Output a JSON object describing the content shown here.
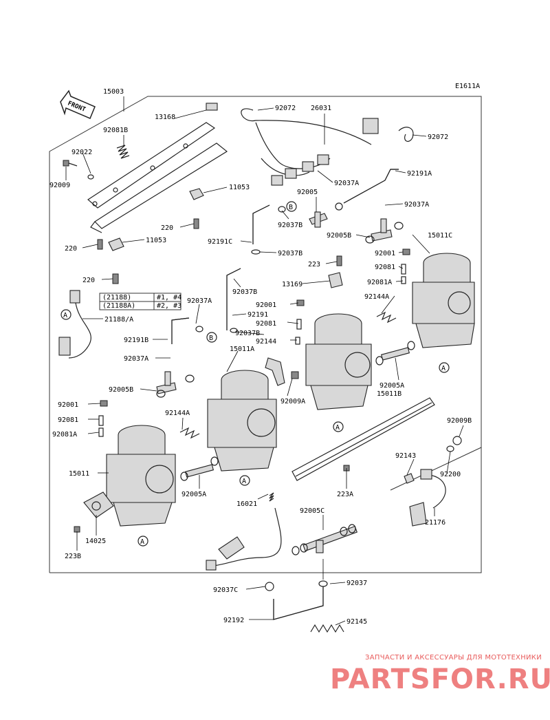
{
  "diagram_code": "E1611A",
  "front_label": "FRONT",
  "parts": [
    {
      "id": "p15003",
      "text": "15003"
    },
    {
      "id": "p13168",
      "text": "13168"
    },
    {
      "id": "p92081B",
      "text": "92081B"
    },
    {
      "id": "p92022",
      "text": "92022"
    },
    {
      "id": "p92009",
      "text": "92009"
    },
    {
      "id": "p11053a",
      "text": "11053"
    },
    {
      "id": "p220a",
      "text": "220"
    },
    {
      "id": "p220b",
      "text": "220"
    },
    {
      "id": "p11053b",
      "text": "11053"
    },
    {
      "id": "p220c",
      "text": "220"
    },
    {
      "id": "p92072a",
      "text": "92072"
    },
    {
      "id": "p26031",
      "text": "26031"
    },
    {
      "id": "p92072b",
      "text": "92072"
    },
    {
      "id": "p92191A",
      "text": "92191A"
    },
    {
      "id": "p92037A1",
      "text": "92037A"
    },
    {
      "id": "p92005",
      "text": "92005"
    },
    {
      "id": "p92037A2",
      "text": "92037A"
    },
    {
      "id": "p92037B1",
      "text": "92037B"
    },
    {
      "id": "p92005B1",
      "text": "92005B"
    },
    {
      "id": "p92191C",
      "text": "92191C"
    },
    {
      "id": "p92037B2",
      "text": "92037B"
    },
    {
      "id": "p15011C",
      "text": "15011C"
    },
    {
      "id": "p92001a",
      "text": "92001"
    },
    {
      "id": "p223",
      "text": "223"
    },
    {
      "id": "p92081a",
      "text": "92081"
    },
    {
      "id": "p13169",
      "text": "13169"
    },
    {
      "id": "p92081A1",
      "text": "92081A"
    },
    {
      "id": "p92037B3",
      "text": "92037B"
    },
    {
      "id": "p92144A1",
      "text": "92144A"
    },
    {
      "id": "p92037A3",
      "text": "92037A"
    },
    {
      "id": "p92001b",
      "text": "92001"
    },
    {
      "id": "p92191",
      "text": "92191"
    },
    {
      "id": "p92081b",
      "text": "92081"
    },
    {
      "id": "p92037B4",
      "text": "92037B"
    },
    {
      "id": "p92144",
      "text": "92144"
    },
    {
      "id": "p21188A",
      "text": "21188/A"
    },
    {
      "id": "p92191B",
      "text": "92191B"
    },
    {
      "id": "p15011A",
      "text": "15011A"
    },
    {
      "id": "p92037A4",
      "text": "92037A"
    },
    {
      "id": "p92005B2",
      "text": "92005B"
    },
    {
      "id": "p92005A1",
      "text": "92005A"
    },
    {
      "id": "p15011B",
      "text": "15011B"
    },
    {
      "id": "p92009A",
      "text": "92009A"
    },
    {
      "id": "p92001c",
      "text": "92001"
    },
    {
      "id": "p92081c",
      "text": "92081"
    },
    {
      "id": "p92081A2",
      "text": "92081A"
    },
    {
      "id": "p92144A2",
      "text": "92144A"
    },
    {
      "id": "p92009B",
      "text": "92009B"
    },
    {
      "id": "p92143",
      "text": "92143"
    },
    {
      "id": "p92200",
      "text": "92200"
    },
    {
      "id": "p15011",
      "text": "15011"
    },
    {
      "id": "p92005A2",
      "text": "92005A"
    },
    {
      "id": "p16021",
      "text": "16021"
    },
    {
      "id": "p223A",
      "text": "223A"
    },
    {
      "id": "p21176",
      "text": "21176"
    },
    {
      "id": "p14025",
      "text": "14025"
    },
    {
      "id": "p223B",
      "text": "223B"
    },
    {
      "id": "p92005C",
      "text": "92005C"
    },
    {
      "id": "p92037C",
      "text": "92037C"
    },
    {
      "id": "p92037",
      "text": "92037"
    },
    {
      "id": "p92192",
      "text": "92192"
    },
    {
      "id": "p92145",
      "text": "92145"
    }
  ],
  "sensor_table": {
    "rows": [
      {
        "code": "(21188)",
        "cyl": "#1, #4"
      },
      {
        "code": "(21188A)",
        "cyl": "#2, #3"
      }
    ]
  },
  "markers": {
    "a": "A",
    "b": "B"
  },
  "watermark": {
    "line1": "ЗАПЧАСТИ И АКСЕССУАРЫ ДЛЯ МОТОТЕХНИКИ",
    "line2": "PARTSFOR.RU"
  },
  "colors": {
    "line": "#222222",
    "watermark": "#e85a5a"
  }
}
